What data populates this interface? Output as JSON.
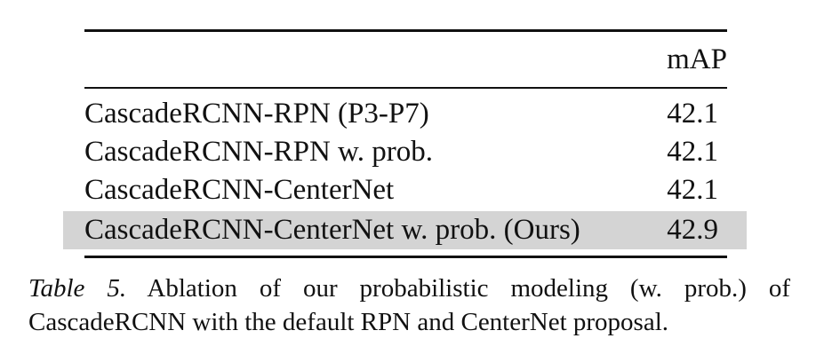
{
  "table": {
    "header": {
      "method": "",
      "metric": "mAP"
    },
    "rows": [
      {
        "method": "CascadeRCNN-RPN (P3-P7)",
        "map": "42.1",
        "highlighted": false
      },
      {
        "method": "CascadeRCNN-RPN w. prob.",
        "map": "42.1",
        "highlighted": false
      },
      {
        "method": "CascadeRCNN-CenterNet",
        "map": "42.1",
        "highlighted": false
      },
      {
        "method": "CascadeRCNN-CenterNet w. prob. (Ours)",
        "map": "42.9",
        "highlighted": true
      }
    ],
    "highlight_color": "#d4d4d4"
  },
  "caption": {
    "label": "Table 5.",
    "line1_text": " Ablation of our probabilistic modeling (w. prob.) of",
    "line2_text": "CascadeRCNN with the default RPN and CenterNet proposal."
  }
}
